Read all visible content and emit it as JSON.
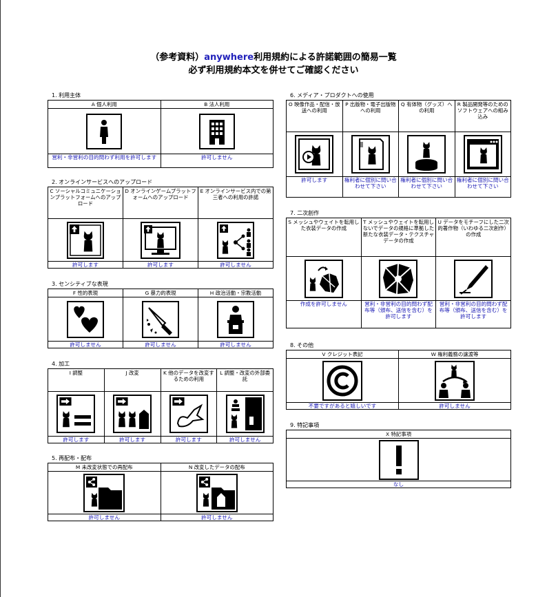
{
  "title": {
    "line1_prefix": "（参考資料）",
    "line1_highlight": "anywhere",
    "line1_suffix": "利用規約による許諾範囲の簡易一覧",
    "line2": "必ず利用規約本文を併せてご確認ください"
  },
  "colors": {
    "link": "#1a1ab4",
    "highlight": "#2222bb"
  },
  "s1": {
    "title": "1. 利用主体",
    "cells": [
      {
        "label": "A 個人利用",
        "icon": "person-icon",
        "result": "営利・非営利の目的問わず利用を許可します"
      },
      {
        "label": "B 法人利用",
        "icon": "building-icon",
        "result": "許可しません"
      }
    ]
  },
  "s2": {
    "title": "2. オンラインサービスへのアップロード",
    "cells": [
      {
        "label": "C ソーシャルコミュニケーションプラットフォームへのアップロード",
        "icon": "upload-icon",
        "result": "許可します"
      },
      {
        "label": "D オンラインゲームプラットフォームへのアップロード",
        "icon": "upload-monitor-icon",
        "result": "許可します"
      },
      {
        "label": "E オンラインサービス内での第三者への利用の許諾",
        "icon": "share-users-icon",
        "result": "許可しません"
      }
    ]
  },
  "s3": {
    "title": "3. センシティブな表現",
    "cells": [
      {
        "label": "F 性的表現",
        "icon": "hearts-icon",
        "result": "許可しません"
      },
      {
        "label": "G 暴力的表現",
        "icon": "knife-icon",
        "result": "許可しません"
      },
      {
        "label": "H 政治活動・宗教活動",
        "icon": "podium-icon",
        "result": "許可しません"
      }
    ]
  },
  "s4": {
    "title": "4. 加工",
    "cells": [
      {
        "label": "I 調整",
        "icon": "adjust-icon",
        "result": "許可します"
      },
      {
        "label": "J 改変",
        "icon": "modify-icon",
        "result": "許可します"
      },
      {
        "label": "K 他のデータを改変するための利用",
        "icon": "transform-icon",
        "result": "許可します"
      },
      {
        "label": "L 調整・改変の外部委託",
        "icon": "outsource-icon",
        "result": "許可しません"
      }
    ]
  },
  "s5": {
    "title": "5. 再配布・配布",
    "cells": [
      {
        "label": "M 未改変状態での再配布",
        "icon": "share-folder-icon",
        "result": "許可しません"
      },
      {
        "label": "N 改変したデータの配布",
        "icon": "share-modified-icon",
        "result": "許可しません"
      }
    ]
  },
  "s6": {
    "title": "6. メディア・プロダクトへの使用",
    "cells": [
      {
        "label": "O 映像作品・配信・放送への利用",
        "icon": "video-icon",
        "result": "許可します"
      },
      {
        "label": "P 出版物・電子出版物への利用",
        "icon": "book-icon",
        "result": "権利者に個別に問い合わせて下さい"
      },
      {
        "label": "Q 有体物（グッズ）への利用",
        "icon": "figure-icon",
        "result": "権利者に個別に問い合わせて下さい"
      },
      {
        "label": "R 製品開発等のためのソフトウェアへの組み込み",
        "icon": "software-icon",
        "result": "権利者に個別に問い合わせて下さい"
      }
    ]
  },
  "s7": {
    "title": "7. 二次創作",
    "cells": [
      {
        "label": "S メッシュやウェイトを転用した衣装データの作成",
        "icon": "clothes-icon",
        "result": "作成を許可しません"
      },
      {
        "label": "T メッシュやウェイトを転用しないでデータの規格に準拠した新たな衣装データ・テクスチャデータの作成",
        "icon": "new-clothes-icon",
        "result": "営利・非営利の目的問わず配布等（頒布、送信を含む）を許可します"
      },
      {
        "label": "U データをモチーフにした二次的著作物（いわゆる二次創作）の作成",
        "icon": "pen-icon",
        "result": "営利・非営利の目的問わず配布等（頒布、送信を含む）を許可します"
      }
    ]
  },
  "s8": {
    "title": "8. その他",
    "cells": [
      {
        "label": "V クレジット表記",
        "icon": "copyright-icon",
        "result": "不要ですがあると嬉しいです"
      },
      {
        "label": "W 権利義務の譲渡等",
        "icon": "transfer-icon",
        "result": "許可しません"
      }
    ]
  },
  "s9": {
    "title": "9. 特記事項",
    "cells": [
      {
        "label": "X 特記事項",
        "icon": "exclamation-icon",
        "result": "なし"
      }
    ]
  }
}
